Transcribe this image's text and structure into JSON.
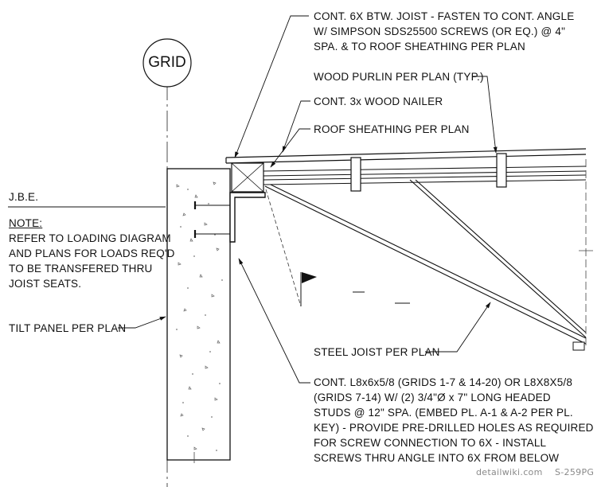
{
  "grid_label": "GRID",
  "callouts": {
    "joist_blocking": [
      "CONT. 6X BTW. JOIST - FASTEN TO CONT. ANGLE",
      "W/ SIMPSON SDS25500 SCREWS (OR EQ.) @ 4\"",
      "SPA. & TO ROOF SHEATHING PER PLAN"
    ],
    "purlin": "WOOD PURLIN PER PLAN (TYP.)",
    "nailer": "CONT. 3x WOOD NAILER",
    "sheathing": "ROOF SHEATHING PER PLAN",
    "jbe": "J.B.E.",
    "note_title": "NOTE:",
    "note_lines": [
      "REFER TO LOADING DIAGRAM",
      "AND PLANS FOR LOADS REQ'D",
      "TO BE TRANSFERED THRU",
      "JOIST SEATS."
    ],
    "tilt_panel": "TILT PANEL PER PLAN",
    "steel_joist": "STEEL JOIST PER PLAN",
    "angle": [
      "CONT. L8x6x5/8 (GRIDS 1-7 & 14-20) OR L8X8X5/8",
      "(GRIDS 7-14) W/ (2) 3/4\"Ø x 7\" LONG HEADED",
      "STUDS @ 12\" SPA. (EMBED PL. A-1 & A-2 PER PL.",
      "KEY) - PROVIDE PRE-DRILLED HOLES AS REQUIRED",
      "FOR SCREW CONNECTION TO 6X - INSTALL",
      "SCREWS THRU ANGLE INTO 6X FROM BELOW"
    ]
  },
  "watermark": {
    "site": "detailwiki.com",
    "code": "S-259PG"
  }
}
